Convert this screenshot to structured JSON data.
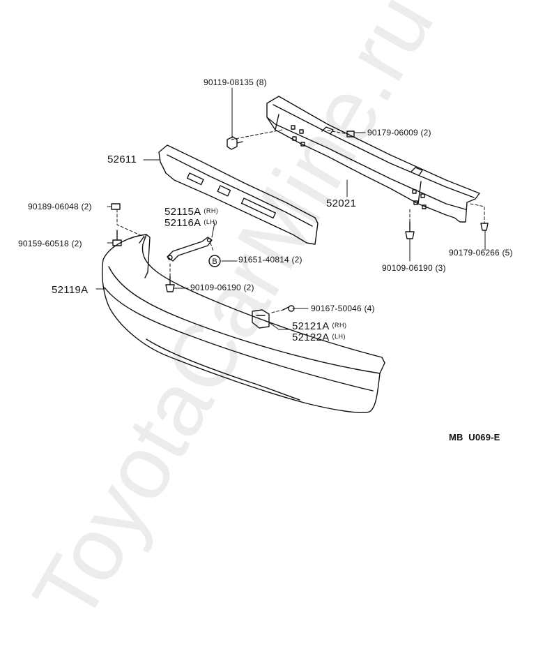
{
  "watermark": "ToyotaCarMine.ru",
  "code": "MB  U069-E",
  "b_symbol": "B",
  "parts": {
    "p90119": "90119-08135 (8)",
    "p90179a": "90179-06009 (2)",
    "p52611": "52611",
    "p52021": "52021",
    "p90189": "90189-06048 (2)",
    "p52115": "52115A",
    "p52115_side": "(RH)",
    "p52116": "52116A",
    "p52116_side": "(LH)",
    "p90159": "90159-60518 (2)",
    "p91651": "91651-40814 (2)",
    "p90109a": "90109-06190 (3)",
    "p90179b": "90179-06266 (5)",
    "p52119": "52119A",
    "p90109b": "90109-06190 (2)",
    "p90167": "90167-50046 (4)",
    "p52121": "52121A",
    "p52121_side": "(RH)",
    "p52122": "52122A",
    "p52122_side": "(LH)"
  }
}
